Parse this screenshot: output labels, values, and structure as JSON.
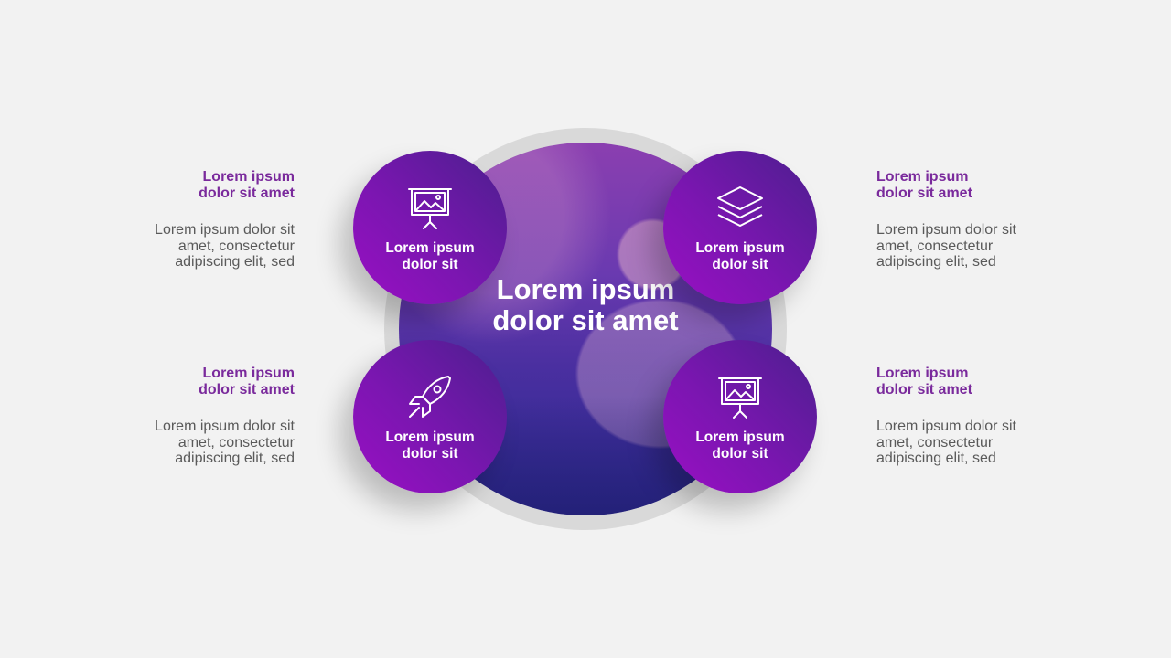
{
  "center": {
    "title": "Lorem ipsum dolor sit amet"
  },
  "features": {
    "top_left": {
      "icon": "presentation-board-icon",
      "label": "Lorem ipsum dolor sit"
    },
    "top_right": {
      "icon": "layers-icon",
      "label": "Lorem ipsum dolor sit"
    },
    "bottom_left": {
      "icon": "rocket-icon",
      "label": "Lorem ipsum dolor sit"
    },
    "bottom_right": {
      "icon": "presentation-board-icon",
      "label": "Lorem ipsum dolor sit"
    }
  },
  "sides": {
    "top_left": {
      "heading": "Lorem ipsum dolor sit amet",
      "body": "Lorem ipsum dolor sit amet, consectetur adipiscing elit, sed"
    },
    "bottom_left": {
      "heading": "Lorem ipsum dolor sit amet",
      "body": "Lorem ipsum dolor sit amet, consectetur adipiscing elit, sed"
    },
    "top_right": {
      "heading": "Lorem ipsum dolor sit amet",
      "body": "Lorem ipsum dolor sit amet, consectetur adipiscing elit, sed"
    },
    "bottom_right": {
      "heading": "Lorem ipsum dolor sit amet",
      "body": "Lorem ipsum dolor sit amet, consectetur adipiscing elit, sed"
    }
  },
  "colors": {
    "background": "#f2f2f2",
    "accent_purple": "#7a2a9c",
    "circle_gradient_start": "#9a0fc4",
    "circle_gradient_end": "#4b1f8e",
    "body_text": "#5a5a5a"
  }
}
